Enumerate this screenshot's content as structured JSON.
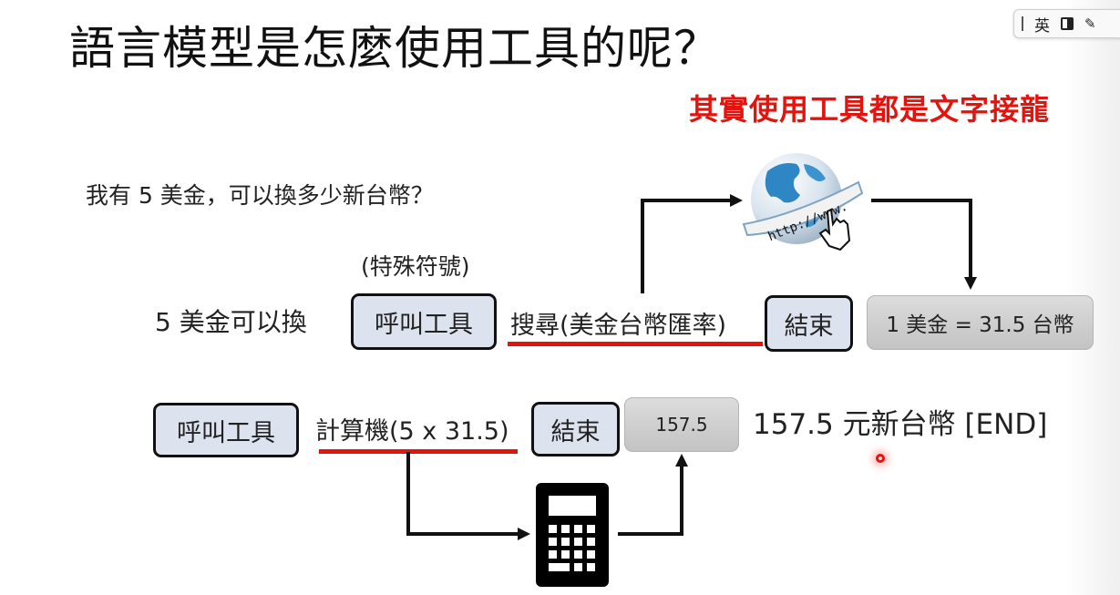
{
  "slide": {
    "title": "語言模型是怎麼使用工具的呢？",
    "subtitle": "其實使用工具都是文字接龍",
    "subtitle_color": "#e3140e",
    "question": "我有 5 美金，可以換多少新台幣？",
    "special_token_label": "(特殊符號)"
  },
  "row1": {
    "prefix": "5 美金可以換",
    "call_tool_token": "呼叫工具",
    "tool_call": "搜尋(美金台幣匯率)",
    "end_token": "結束",
    "tool_result": "1 美金 = 31.5 台幣",
    "tool_icon": "web-globe-icon",
    "globe_text": "http://www."
  },
  "row2": {
    "call_tool_token": "呼叫工具",
    "tool_call": "計算機(5 x 31.5)",
    "end_token": "結束",
    "tool_result": "157.5",
    "final_output": "157.5 元新台幣 [END]",
    "tool_icon": "calculator-icon"
  },
  "ime_toolbar": {
    "mode_label": "英",
    "items": [
      "cursor-bar-icon",
      "half-width-toggle-icon",
      "ime-settings-icon"
    ]
  },
  "colors": {
    "token_box_fill": "#dce3ef",
    "result_box_fill": "#c9c9c9",
    "accent_red": "#e3140e"
  }
}
